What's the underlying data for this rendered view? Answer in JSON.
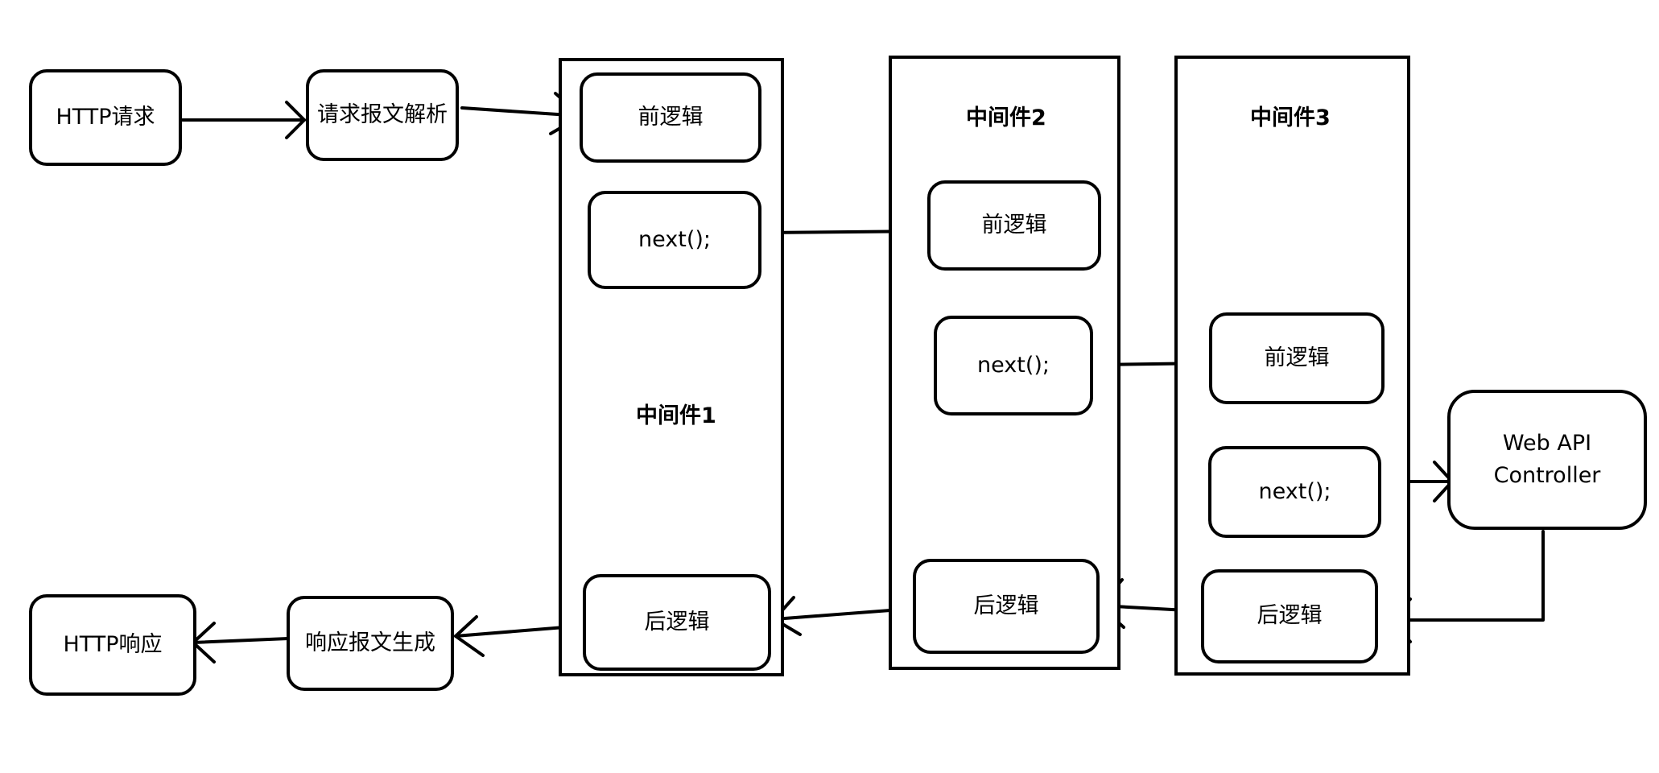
{
  "entry": {
    "request": "HTTP请求",
    "parse": "请求报文解析"
  },
  "exit": {
    "response": "HTTP响应",
    "generate": "响应报文生成"
  },
  "middleware": [
    {
      "title": "中间件1",
      "pre": "前逻辑",
      "next": "next();",
      "post": "后逻辑"
    },
    {
      "title": "中间件2",
      "pre": "前逻辑",
      "next": "next();",
      "post": "后逻辑"
    },
    {
      "title": "中间件3",
      "pre": "前逻辑",
      "next": "next();",
      "post": "后逻辑"
    }
  ],
  "controller": {
    "label": "Web API\nController"
  }
}
